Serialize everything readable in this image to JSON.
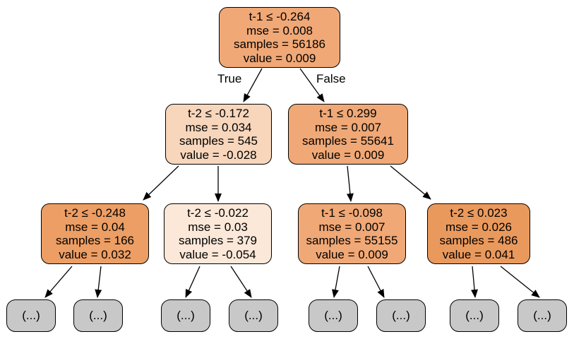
{
  "tree": {
    "edge_labels": {
      "true": "True",
      "false": "False"
    },
    "nodes": [
      {
        "id": "root",
        "condition": "t-1 ≤ -0.264",
        "mse": "mse = 0.008",
        "samples": "samples = 56186",
        "value": "value = 0.009",
        "fill": "#f0a876"
      },
      {
        "id": "depth1-left",
        "condition": "t-2 ≤ -0.172",
        "mse": "mse = 0.034",
        "samples": "samples = 545",
        "value": "value = -0.028",
        "fill": "#f7d6bc"
      },
      {
        "id": "depth1-right",
        "condition": "t-1 ≤ 0.299",
        "mse": "mse = 0.007",
        "samples": "samples = 55641",
        "value": "value = 0.009",
        "fill": "#f0a876"
      },
      {
        "id": "depth2-1",
        "condition": "t-2 ≤ -0.248",
        "mse": "mse = 0.04",
        "samples": "samples = 166",
        "value": "value = 0.032",
        "fill": "#ec9e64"
      },
      {
        "id": "depth2-2",
        "condition": "t-2 ≤ -0.022",
        "mse": "mse = 0.03",
        "samples": "samples = 379",
        "value": "value = -0.054",
        "fill": "#fbe8d8"
      },
      {
        "id": "depth2-3",
        "condition": "t-1 ≤ -0.098",
        "mse": "mse = 0.007",
        "samples": "samples = 55155",
        "value": "value = 0.009",
        "fill": "#f0a876"
      },
      {
        "id": "depth2-4",
        "condition": "t-2 ≤ 0.023",
        "mse": "mse = 0.026",
        "samples": "samples = 486",
        "value": "value = 0.041",
        "fill": "#ea995d"
      }
    ],
    "leaves": [
      {
        "label": "(...)"
      },
      {
        "label": "(...)"
      },
      {
        "label": "(...)"
      },
      {
        "label": "(...)"
      },
      {
        "label": "(...)"
      },
      {
        "label": "(...)"
      },
      {
        "label": "(...)"
      },
      {
        "label": "(...)"
      }
    ]
  },
  "colors": {
    "leaf_fill": "#c8c8c8",
    "node_border": "#000000",
    "edge": "#000000",
    "background": "#ffffff"
  }
}
